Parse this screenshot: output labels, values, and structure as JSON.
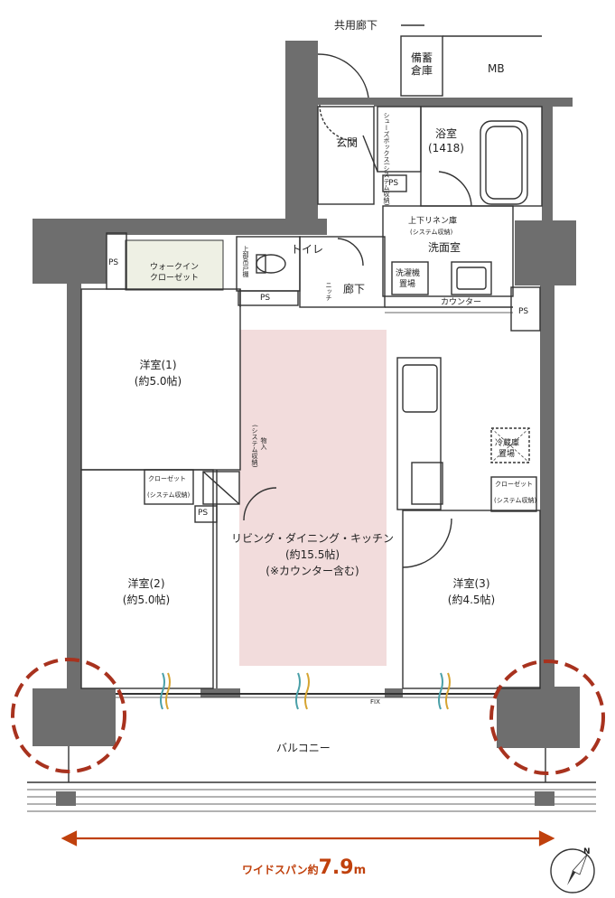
{
  "labels": {
    "corridor": "共用廊下",
    "storage": "備蓄倉庫",
    "mb": "MB",
    "entrance": "玄関",
    "shoebox": "シューズボックス(システム収納)",
    "bath_name": "浴室",
    "bath_size": "(1418)",
    "ps": "PS",
    "linen": "上下リネン庫",
    "linen_sub": "(システム収納)",
    "washroom": "洗面室",
    "washer_1": "洗濯機",
    "washer_2": "置場",
    "counter": "カウンター",
    "toilet": "トイレ",
    "toilet_cab": "上部吊戸棚",
    "hallway": "廊下",
    "niche": "ニッチ",
    "walkin_1": "ウォークイン",
    "walkin_2": "クローゼット",
    "room1_name": "洋室(1)",
    "room1_size": "(約5.0帖)",
    "storage2": "物入",
    "storage2_sub": "(システム収納)",
    "closet": "クローゼット",
    "closet_sub": "(システム収納)",
    "room2_name": "洋室(2)",
    "room2_size": "(約5.0帖)",
    "ldk_name": "リビング・ダイニング・キッチン",
    "ldk_size": "(約15.5帖)",
    "ldk_note": "(※カウンター含む)",
    "fridge_1": "冷蔵庫",
    "fridge_2": "置場",
    "room3_name": "洋室(3)",
    "room3_size": "(約4.5帖)",
    "fix": "FIX",
    "balcony": "バルコニー",
    "span_prefix": "ワイドスパン約",
    "span_value": "7.9",
    "span_unit": "m",
    "north": "N"
  },
  "colors": {
    "wall": "#6e6e6e",
    "ldk_fill": "#f2dcdc",
    "walkin_fill": "#eef0e4",
    "line": "#333333",
    "highlight": "#a8321e",
    "span": "#c0410d"
  }
}
